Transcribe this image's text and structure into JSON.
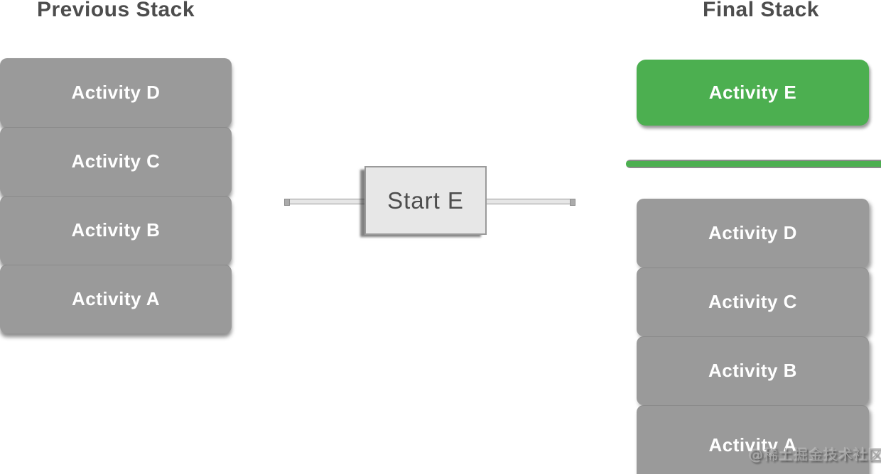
{
  "titles": {
    "previous": "Previous Stack",
    "final": "Final Stack"
  },
  "previous_stack": {
    "items": [
      "Activity D",
      "Activity C",
      "Activity B",
      "Activity A"
    ]
  },
  "transition": {
    "label": "Start E"
  },
  "final_stack": {
    "new_top": "Activity E",
    "items": [
      "Activity D",
      "Activity C",
      "Activity B",
      "Activity A"
    ]
  },
  "watermark": {
    "text": "@稀土掘金技术社区"
  },
  "colors": {
    "background": "#ffffff",
    "stack_box_gray": "#9a9a9a",
    "stack_text_white": "#ffffff",
    "highlight_green": "#4caf50",
    "title_text": "#4d4d4d",
    "start_box_fill": "#e7e7e7",
    "start_box_border": "#9a9a9a",
    "start_box_text": "#4d4d4d",
    "connector_gray": "#979797"
  }
}
